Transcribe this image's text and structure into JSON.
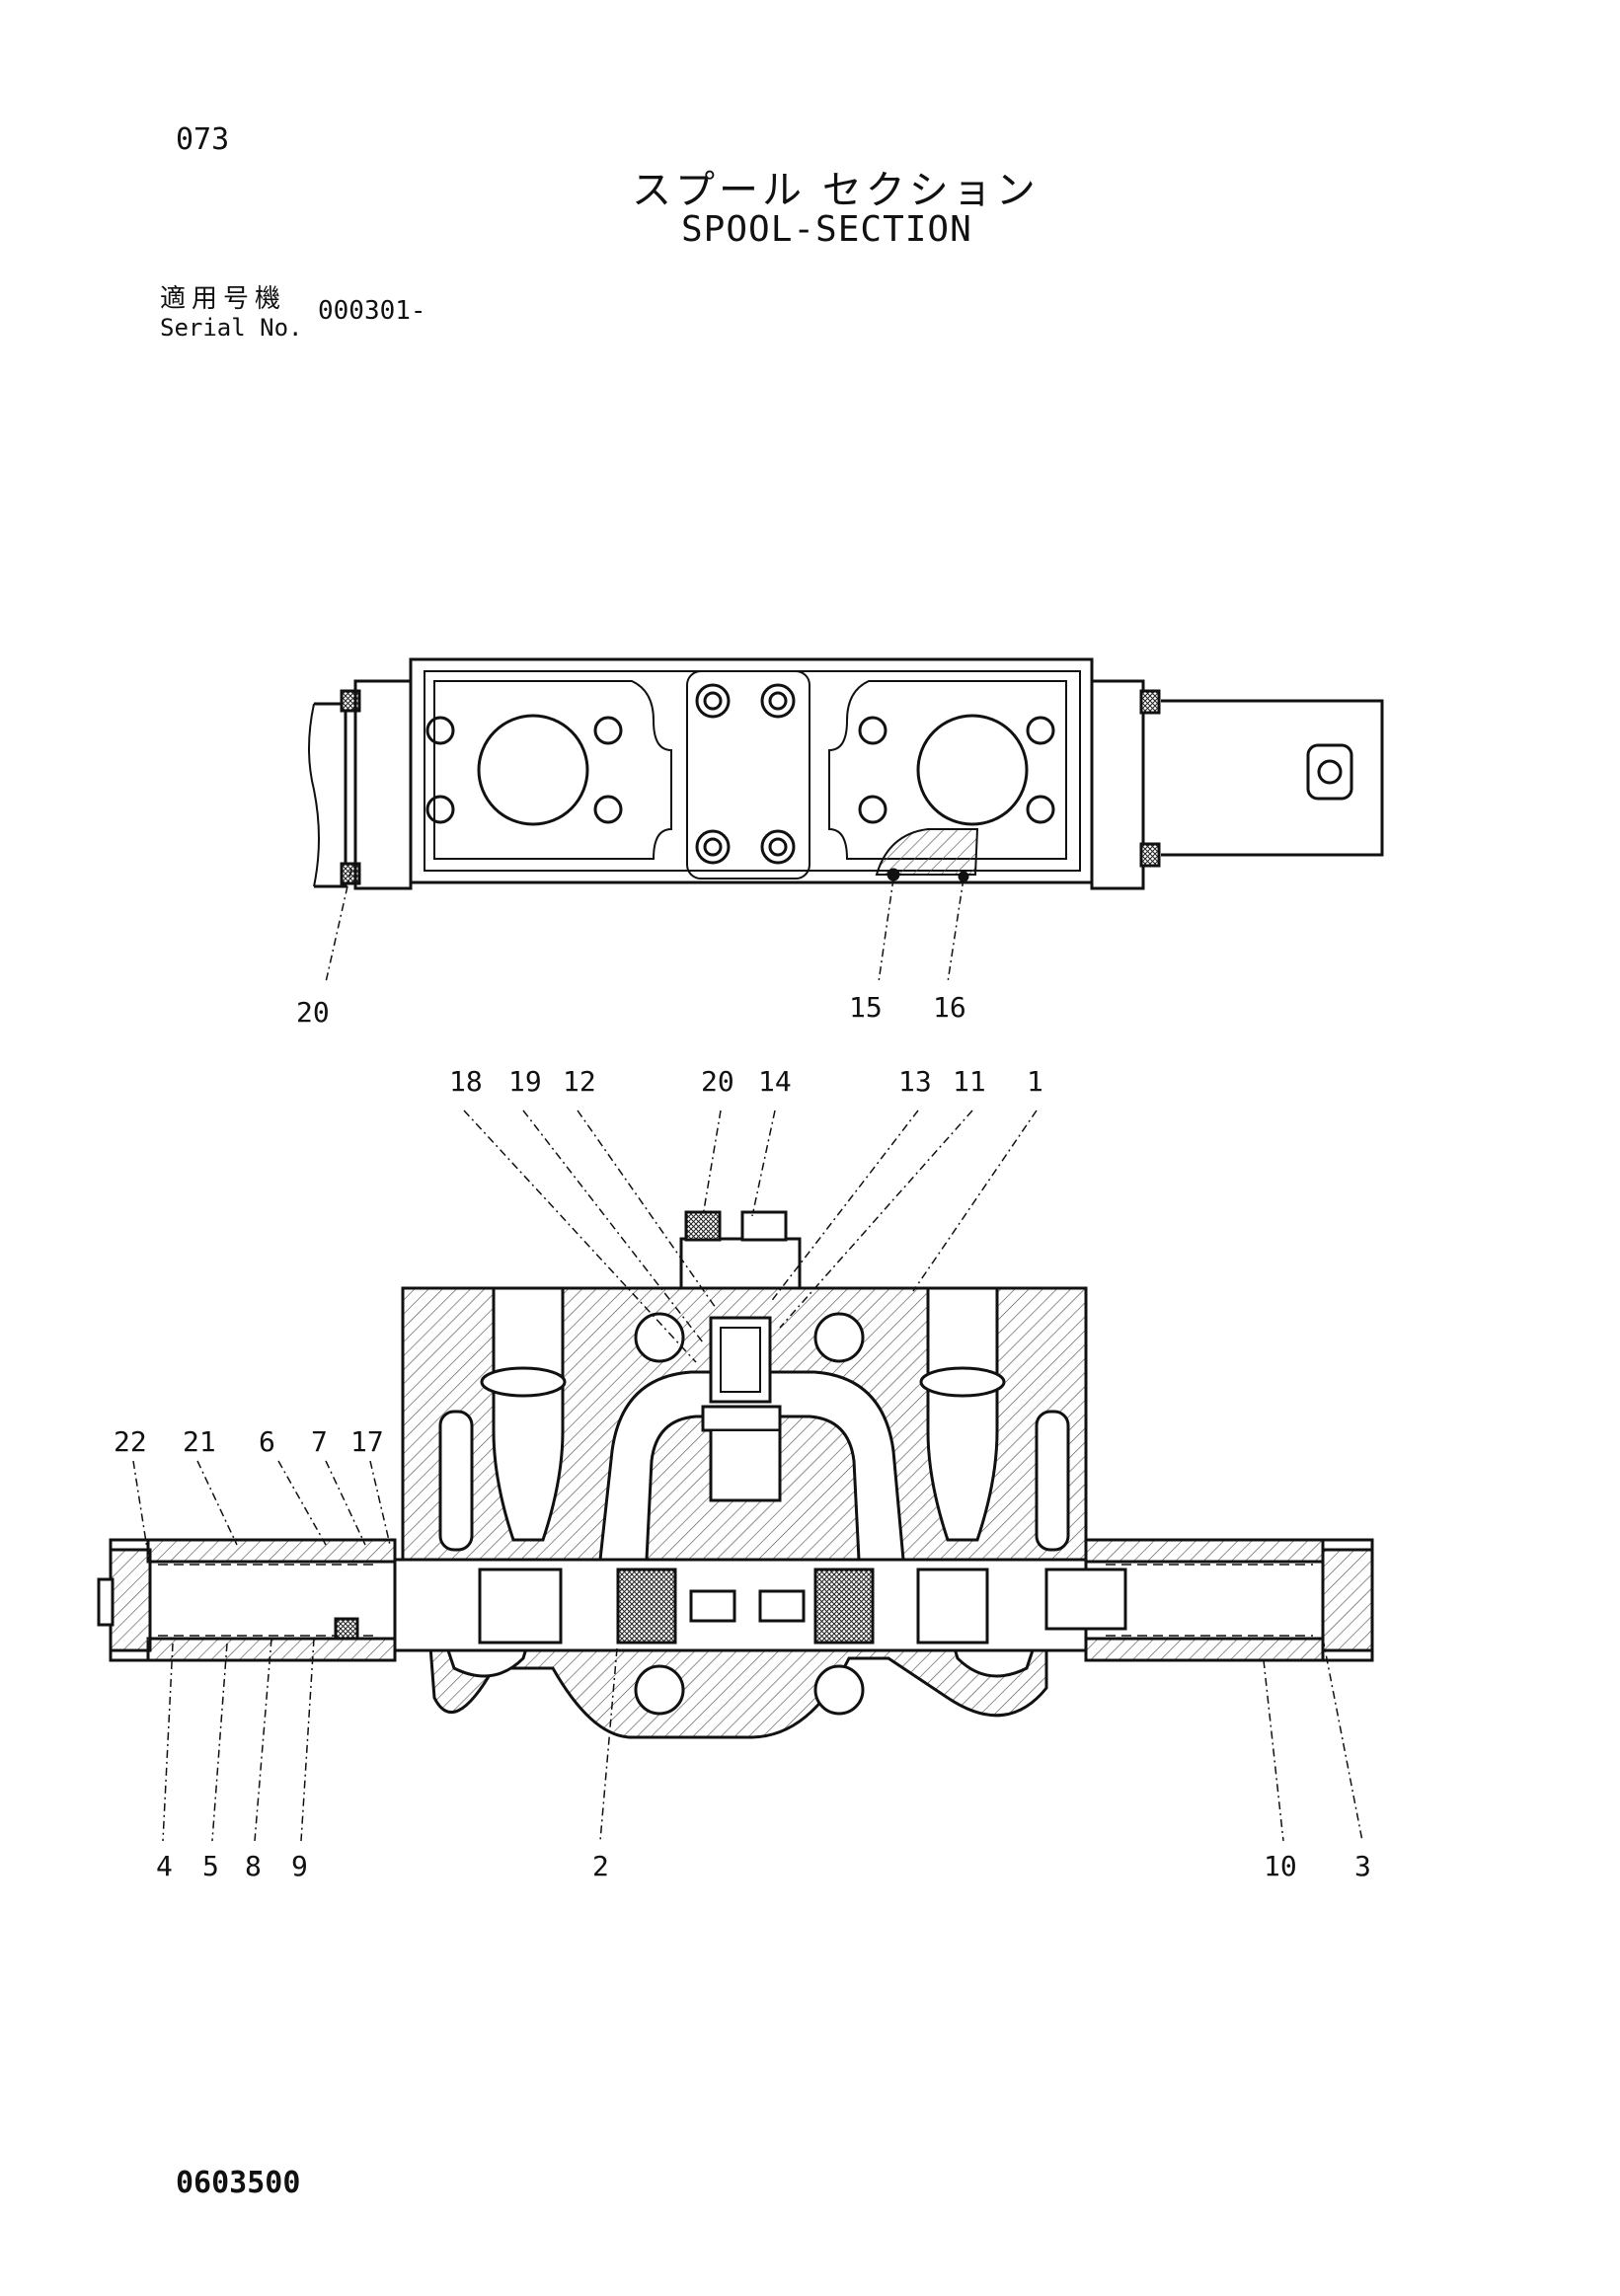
{
  "header": {
    "page_number": "073",
    "title_jp": "スプール セクション",
    "title_en": "SPOOL-SECTION",
    "serial_label_jp": "適用号機",
    "serial_label_en": "Serial No.",
    "serial_value": "000301-"
  },
  "footer": {
    "doc_code": "0603500"
  },
  "diagram": {
    "top_view_callouts": [
      "20",
      "15",
      "16"
    ],
    "section_view_callouts_top": [
      "18",
      "19",
      "12",
      "20",
      "14",
      "13",
      "11",
      "1"
    ],
    "section_view_callouts_left_top": [
      "22",
      "21",
      "6",
      "7",
      "17"
    ],
    "section_view_callouts_bottom": [
      "4",
      "5",
      "8",
      "9",
      "2",
      "10",
      "3"
    ]
  }
}
